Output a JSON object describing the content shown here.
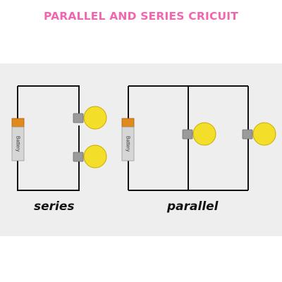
{
  "title": "PARALLEL AND SERIES CRICUIT",
  "battery_label": "Battery",
  "series_caption": "series",
  "parallel_caption": "parallel",
  "colors": {
    "title": "#f266b0",
    "panel_background": "#eeeeee",
    "wire": "#111111",
    "bulb_glass": "#f3df2a",
    "bulb_glass_edge": "#c9a900",
    "bulb_base": "#9a9a9a",
    "battery_body": "#d6d6d6",
    "battery_top": "#e08a1e"
  }
}
